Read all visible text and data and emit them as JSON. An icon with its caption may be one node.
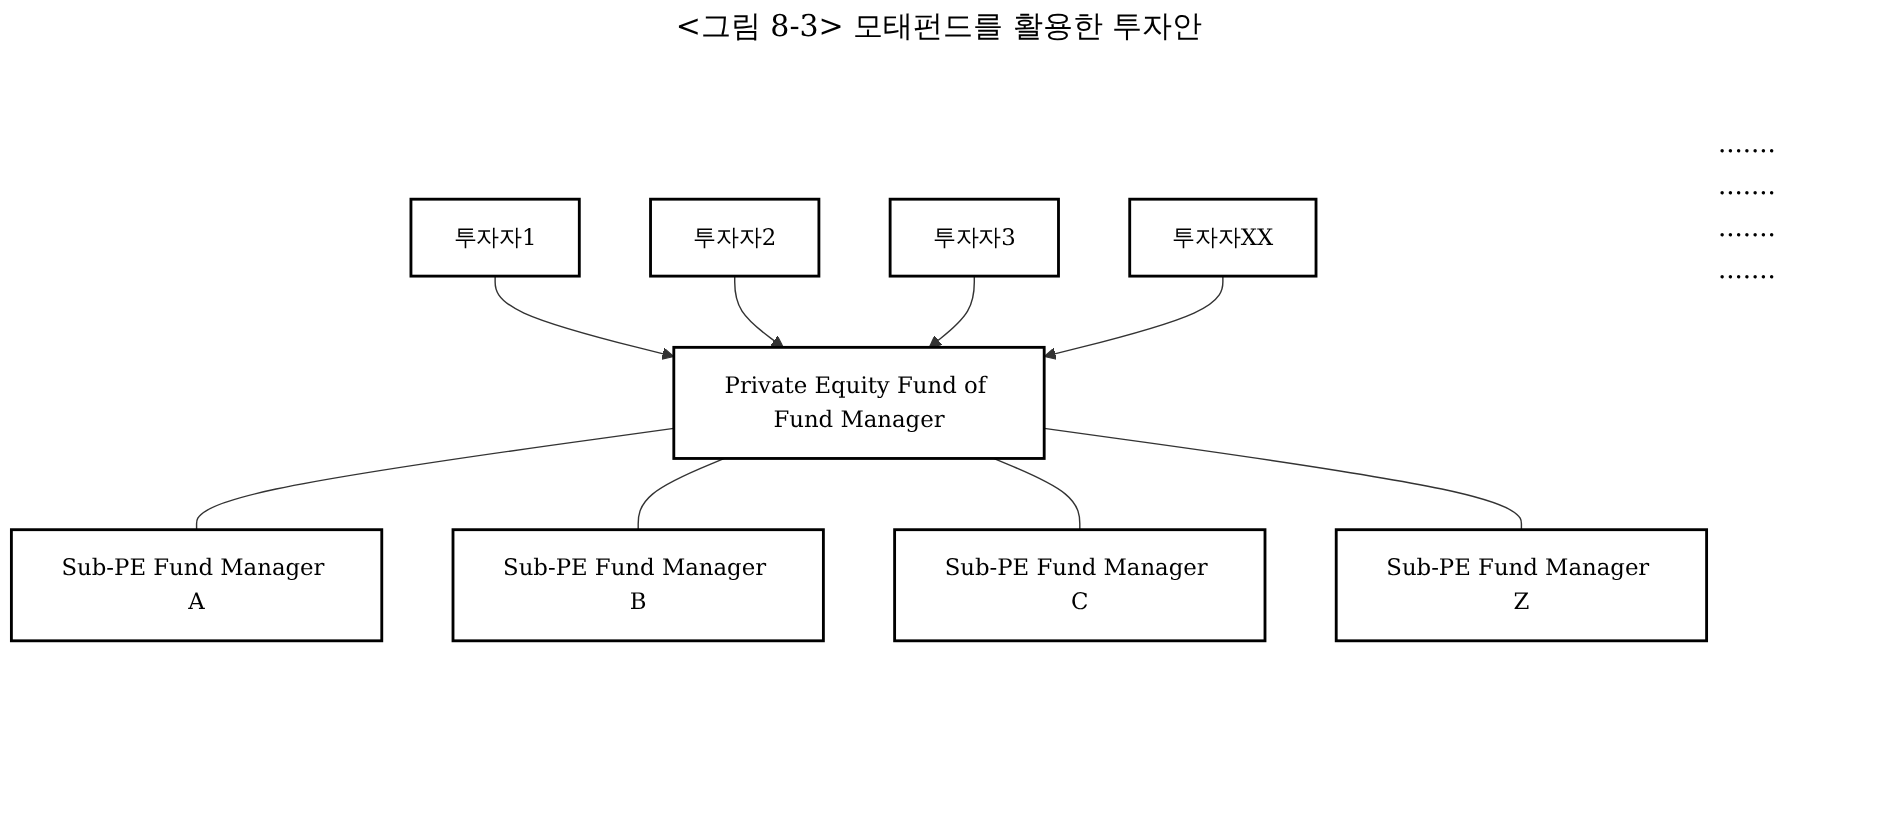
{
  "diagram": {
    "title": "<그림 8-3> 모태펀드를 활용한 투자안",
    "nodes": [
      {
        "text": [
          "투자자1"
        ]
      },
      {
        "text": [
          "투자자2"
        ]
      },
      {
        "text": [
          "투자자3"
        ]
      },
      {
        "text": [
          "투자자XX"
        ]
      },
      {
        "text": [
          "Private Equity Fund of Fund Manager"
        ]
      },
      {
        "text": [
          "Sub-PE Fund Manager A"
        ]
      },
      {
        "text": [
          "Sub-PE Fund Manager B"
        ]
      },
      {
        "text": [
          "Sub-PE Fund Manager C"
        ]
      },
      {
        "text": [
          "Sub-PE Fund Manager Z"
        ]
      }
    ],
    "edges": [
      {
        "from": 0,
        "to": 4,
        "arrow": "to"
      },
      {
        "from": 1,
        "to": 4,
        "arrow": "to"
      },
      {
        "from": 2,
        "to": 4,
        "arrow": "to"
      },
      {
        "from": 3,
        "to": 4,
        "arrow": "to"
      },
      {
        "from": 4,
        "to": 5,
        "arrow": "none"
      },
      {
        "from": 4,
        "to": 6,
        "arrow": "none"
      },
      {
        "from": 4,
        "to": 7,
        "arrow": "none"
      },
      {
        "from": 4,
        "to": 8,
        "arrow": "none"
      }
    ],
    "labels": [
      ".......",
      ".......",
      ".......",
      "......."
    ]
  }
}
